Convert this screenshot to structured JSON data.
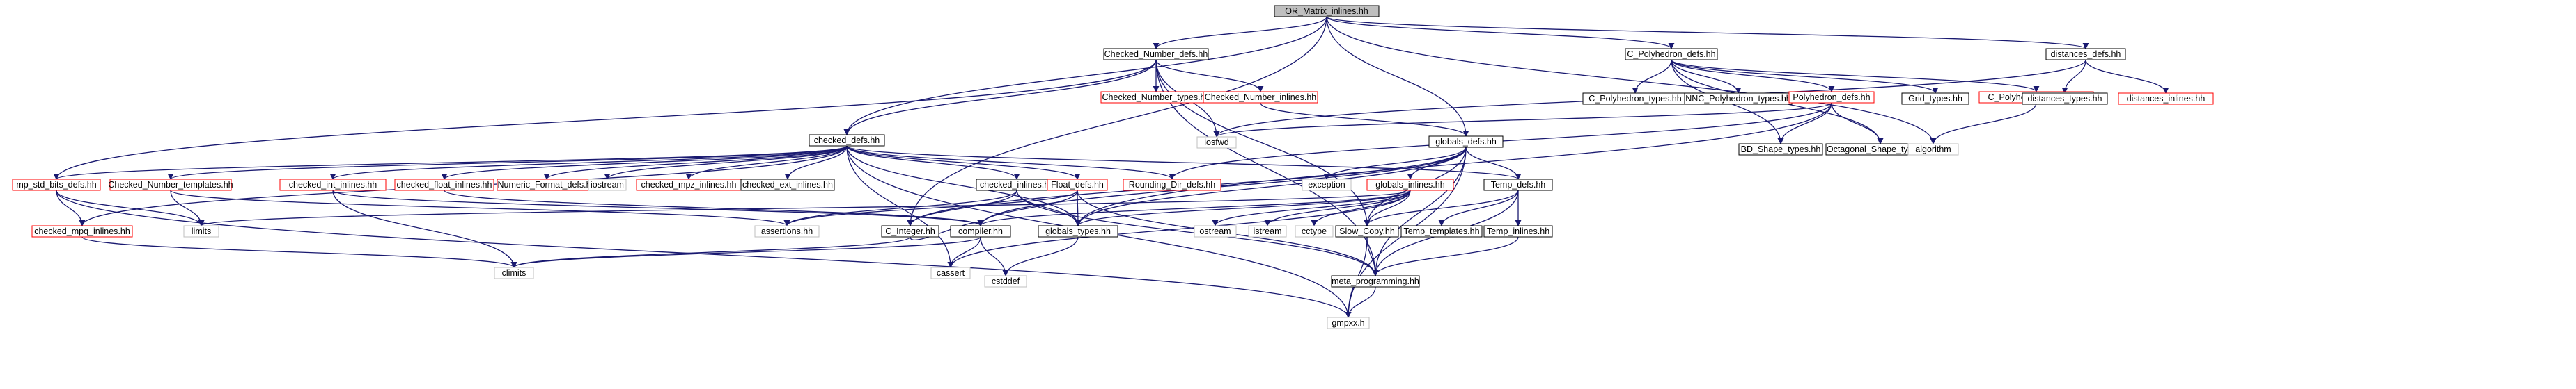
{
  "graph": {
    "root": "n0",
    "colors": {
      "root_fill": "#bfbfbf",
      "documented_border": "#000000",
      "undocumented_border": "#ff0000",
      "external_border": "#bfbfbf",
      "edge": "#191970",
      "background": "#ffffff"
    },
    "nodes": [
      {
        "id": "n0",
        "label": "OR_Matrix_inlines.hh",
        "kind": "root"
      },
      {
        "id": "n1",
        "label": "Checked_Number_defs.hh",
        "kind": "documented"
      },
      {
        "id": "n2",
        "label": "C_Polyhedron_defs.hh",
        "kind": "documented"
      },
      {
        "id": "n3",
        "label": "distances_defs.hh",
        "kind": "documented"
      },
      {
        "id": "n4",
        "label": "Checked_Number_types.hh",
        "kind": "undocumented"
      },
      {
        "id": "n5",
        "label": "Checked_Number_inlines.hh",
        "kind": "undocumented"
      },
      {
        "id": "n6",
        "label": "C_Polyhedron_types.hh",
        "kind": "documented"
      },
      {
        "id": "n7",
        "label": "NNC_Polyhedron_types.hh",
        "kind": "documented"
      },
      {
        "id": "n8",
        "label": "Polyhedron_defs.hh",
        "kind": "undocumented"
      },
      {
        "id": "n9",
        "label": "Grid_types.hh",
        "kind": "documented"
      },
      {
        "id": "n10",
        "label": "C_Polyhedron_inlines.hh",
        "kind": "undocumented"
      },
      {
        "id": "n11",
        "label": "distances_types.hh",
        "kind": "documented"
      },
      {
        "id": "n12",
        "label": "distances_inlines.hh",
        "kind": "undocumented"
      },
      {
        "id": "n13",
        "label": "checked_defs.hh",
        "kind": "documented"
      },
      {
        "id": "n14",
        "label": "iosfwd",
        "kind": "external"
      },
      {
        "id": "n15",
        "label": "globals_defs.hh",
        "kind": "documented"
      },
      {
        "id": "n16",
        "label": "BD_Shape_types.hh",
        "kind": "documented"
      },
      {
        "id": "n17",
        "label": "Octagonal_Shape_types.hh",
        "kind": "documented"
      },
      {
        "id": "n18",
        "label": "algorithm",
        "kind": "external"
      },
      {
        "id": "n19",
        "label": "mp_std_bits_defs.hh",
        "kind": "undocumented"
      },
      {
        "id": "n20",
        "label": "Checked_Number_templates.hh",
        "kind": "undocumented"
      },
      {
        "id": "n21",
        "label": "checked_int_inlines.hh",
        "kind": "undocumented"
      },
      {
        "id": "n22",
        "label": "checked_float_inlines.hh",
        "kind": "undocumented"
      },
      {
        "id": "n23",
        "label": "Numeric_Format_defs.hh",
        "kind": "undocumented"
      },
      {
        "id": "n24",
        "label": "iostream",
        "kind": "external"
      },
      {
        "id": "n25",
        "label": "checked_mpz_inlines.hh",
        "kind": "undocumented"
      },
      {
        "id": "n26",
        "label": "checked_ext_inlines.hh",
        "kind": "documented"
      },
      {
        "id": "n27",
        "label": "checked_inlines.hh",
        "kind": "documented"
      },
      {
        "id": "n28",
        "label": "Float_defs.hh",
        "kind": "undocumented"
      },
      {
        "id": "n29",
        "label": "Rounding_Dir_defs.hh",
        "kind": "undocumented"
      },
      {
        "id": "n30",
        "label": "exception",
        "kind": "external"
      },
      {
        "id": "n31",
        "label": "globals_inlines.hh",
        "kind": "undocumented"
      },
      {
        "id": "n32",
        "label": "Temp_defs.hh",
        "kind": "documented"
      },
      {
        "id": "n33",
        "label": "limits",
        "kind": "external"
      },
      {
        "id": "n34",
        "label": "checked_mpq_inlines.hh",
        "kind": "undocumented"
      },
      {
        "id": "n35",
        "label": "assertions.hh",
        "kind": "external"
      },
      {
        "id": "n36",
        "label": "C_Integer.hh",
        "kind": "documented"
      },
      {
        "id": "n37",
        "label": "compiler.hh",
        "kind": "documented"
      },
      {
        "id": "n38",
        "label": "globals_types.hh",
        "kind": "documented"
      },
      {
        "id": "n39",
        "label": "ostream",
        "kind": "external"
      },
      {
        "id": "n40",
        "label": "istream",
        "kind": "external"
      },
      {
        "id": "n41",
        "label": "cctype",
        "kind": "external"
      },
      {
        "id": "n42",
        "label": "Slow_Copy.hh",
        "kind": "documented"
      },
      {
        "id": "n43",
        "label": "Temp_templates.hh",
        "kind": "documented"
      },
      {
        "id": "n44",
        "label": "Temp_inlines.hh",
        "kind": "documented"
      },
      {
        "id": "n45",
        "label": "climits",
        "kind": "external"
      },
      {
        "id": "n46",
        "label": "cassert",
        "kind": "external"
      },
      {
        "id": "n47",
        "label": "cstddef",
        "kind": "external"
      },
      {
        "id": "n48",
        "label": "meta_programming.hh",
        "kind": "documented"
      },
      {
        "id": "n49",
        "label": "gmpxx.h",
        "kind": "external"
      }
    ],
    "edges": [
      [
        "n0",
        "n1"
      ],
      [
        "n0",
        "n2"
      ],
      [
        "n0",
        "n3"
      ],
      [
        "n0",
        "n13"
      ],
      [
        "n0",
        "n15"
      ],
      [
        "n0",
        "n18"
      ],
      [
        "n0",
        "n36"
      ],
      [
        "n1",
        "n4"
      ],
      [
        "n1",
        "n5"
      ],
      [
        "n1",
        "n13"
      ],
      [
        "n1",
        "n14"
      ],
      [
        "n1",
        "n19"
      ],
      [
        "n1",
        "n42"
      ],
      [
        "n1",
        "n48"
      ],
      [
        "n2",
        "n6"
      ],
      [
        "n2",
        "n7"
      ],
      [
        "n2",
        "n8"
      ],
      [
        "n2",
        "n9"
      ],
      [
        "n2",
        "n10"
      ],
      [
        "n2",
        "n16"
      ],
      [
        "n2",
        "n17"
      ],
      [
        "n3",
        "n11"
      ],
      [
        "n3",
        "n12"
      ],
      [
        "n3",
        "n14"
      ],
      [
        "n5",
        "n15"
      ],
      [
        "n8",
        "n16"
      ],
      [
        "n8",
        "n17"
      ],
      [
        "n8",
        "n14"
      ],
      [
        "n8",
        "n29"
      ],
      [
        "n8",
        "n38"
      ],
      [
        "n10",
        "n18"
      ],
      [
        "n13",
        "n19"
      ],
      [
        "n13",
        "n20"
      ],
      [
        "n13",
        "n21"
      ],
      [
        "n13",
        "n22"
      ],
      [
        "n13",
        "n23"
      ],
      [
        "n13",
        "n24"
      ],
      [
        "n13",
        "n25"
      ],
      [
        "n13",
        "n26"
      ],
      [
        "n13",
        "n27"
      ],
      [
        "n13",
        "n28"
      ],
      [
        "n13",
        "n29"
      ],
      [
        "n13",
        "n32"
      ],
      [
        "n13",
        "n34"
      ],
      [
        "n13",
        "n38"
      ],
      [
        "n13",
        "n46"
      ],
      [
        "n13",
        "n49"
      ],
      [
        "n15",
        "n30"
      ],
      [
        "n15",
        "n31"
      ],
      [
        "n15",
        "n32"
      ],
      [
        "n15",
        "n36"
      ],
      [
        "n15",
        "n37"
      ],
      [
        "n15",
        "n38"
      ],
      [
        "n15",
        "n42"
      ],
      [
        "n15",
        "n48"
      ],
      [
        "n15",
        "n49"
      ],
      [
        "n19",
        "n33"
      ],
      [
        "n19",
        "n34"
      ],
      [
        "n19",
        "n49"
      ],
      [
        "n20",
        "n33"
      ],
      [
        "n20",
        "n35"
      ],
      [
        "n21",
        "n37"
      ],
      [
        "n21",
        "n45"
      ],
      [
        "n22",
        "n37"
      ],
      [
        "n27",
        "n35"
      ],
      [
        "n27",
        "n36"
      ],
      [
        "n27",
        "n38"
      ],
      [
        "n27",
        "n48"
      ],
      [
        "n28",
        "n35"
      ],
      [
        "n28",
        "n37"
      ],
      [
        "n28",
        "n38"
      ],
      [
        "n28",
        "n48"
      ],
      [
        "n31",
        "n33"
      ],
      [
        "n31",
        "n37"
      ],
      [
        "n31",
        "n38"
      ],
      [
        "n31",
        "n39"
      ],
      [
        "n31",
        "n40"
      ],
      [
        "n31",
        "n41"
      ],
      [
        "n31",
        "n42"
      ],
      [
        "n31",
        "n46"
      ],
      [
        "n32",
        "n42"
      ],
      [
        "n32",
        "n43"
      ],
      [
        "n32",
        "n44"
      ],
      [
        "n32",
        "n48"
      ],
      [
        "n34",
        "n45"
      ],
      [
        "n36",
        "n37"
      ],
      [
        "n36",
        "n45"
      ],
      [
        "n37",
        "n45"
      ],
      [
        "n37",
        "n46"
      ],
      [
        "n37",
        "n47"
      ],
      [
        "n38",
        "n47"
      ],
      [
        "n42",
        "n48"
      ],
      [
        "n42",
        "n49"
      ],
      [
        "n44",
        "n48"
      ],
      [
        "n48",
        "n49"
      ]
    ]
  }
}
